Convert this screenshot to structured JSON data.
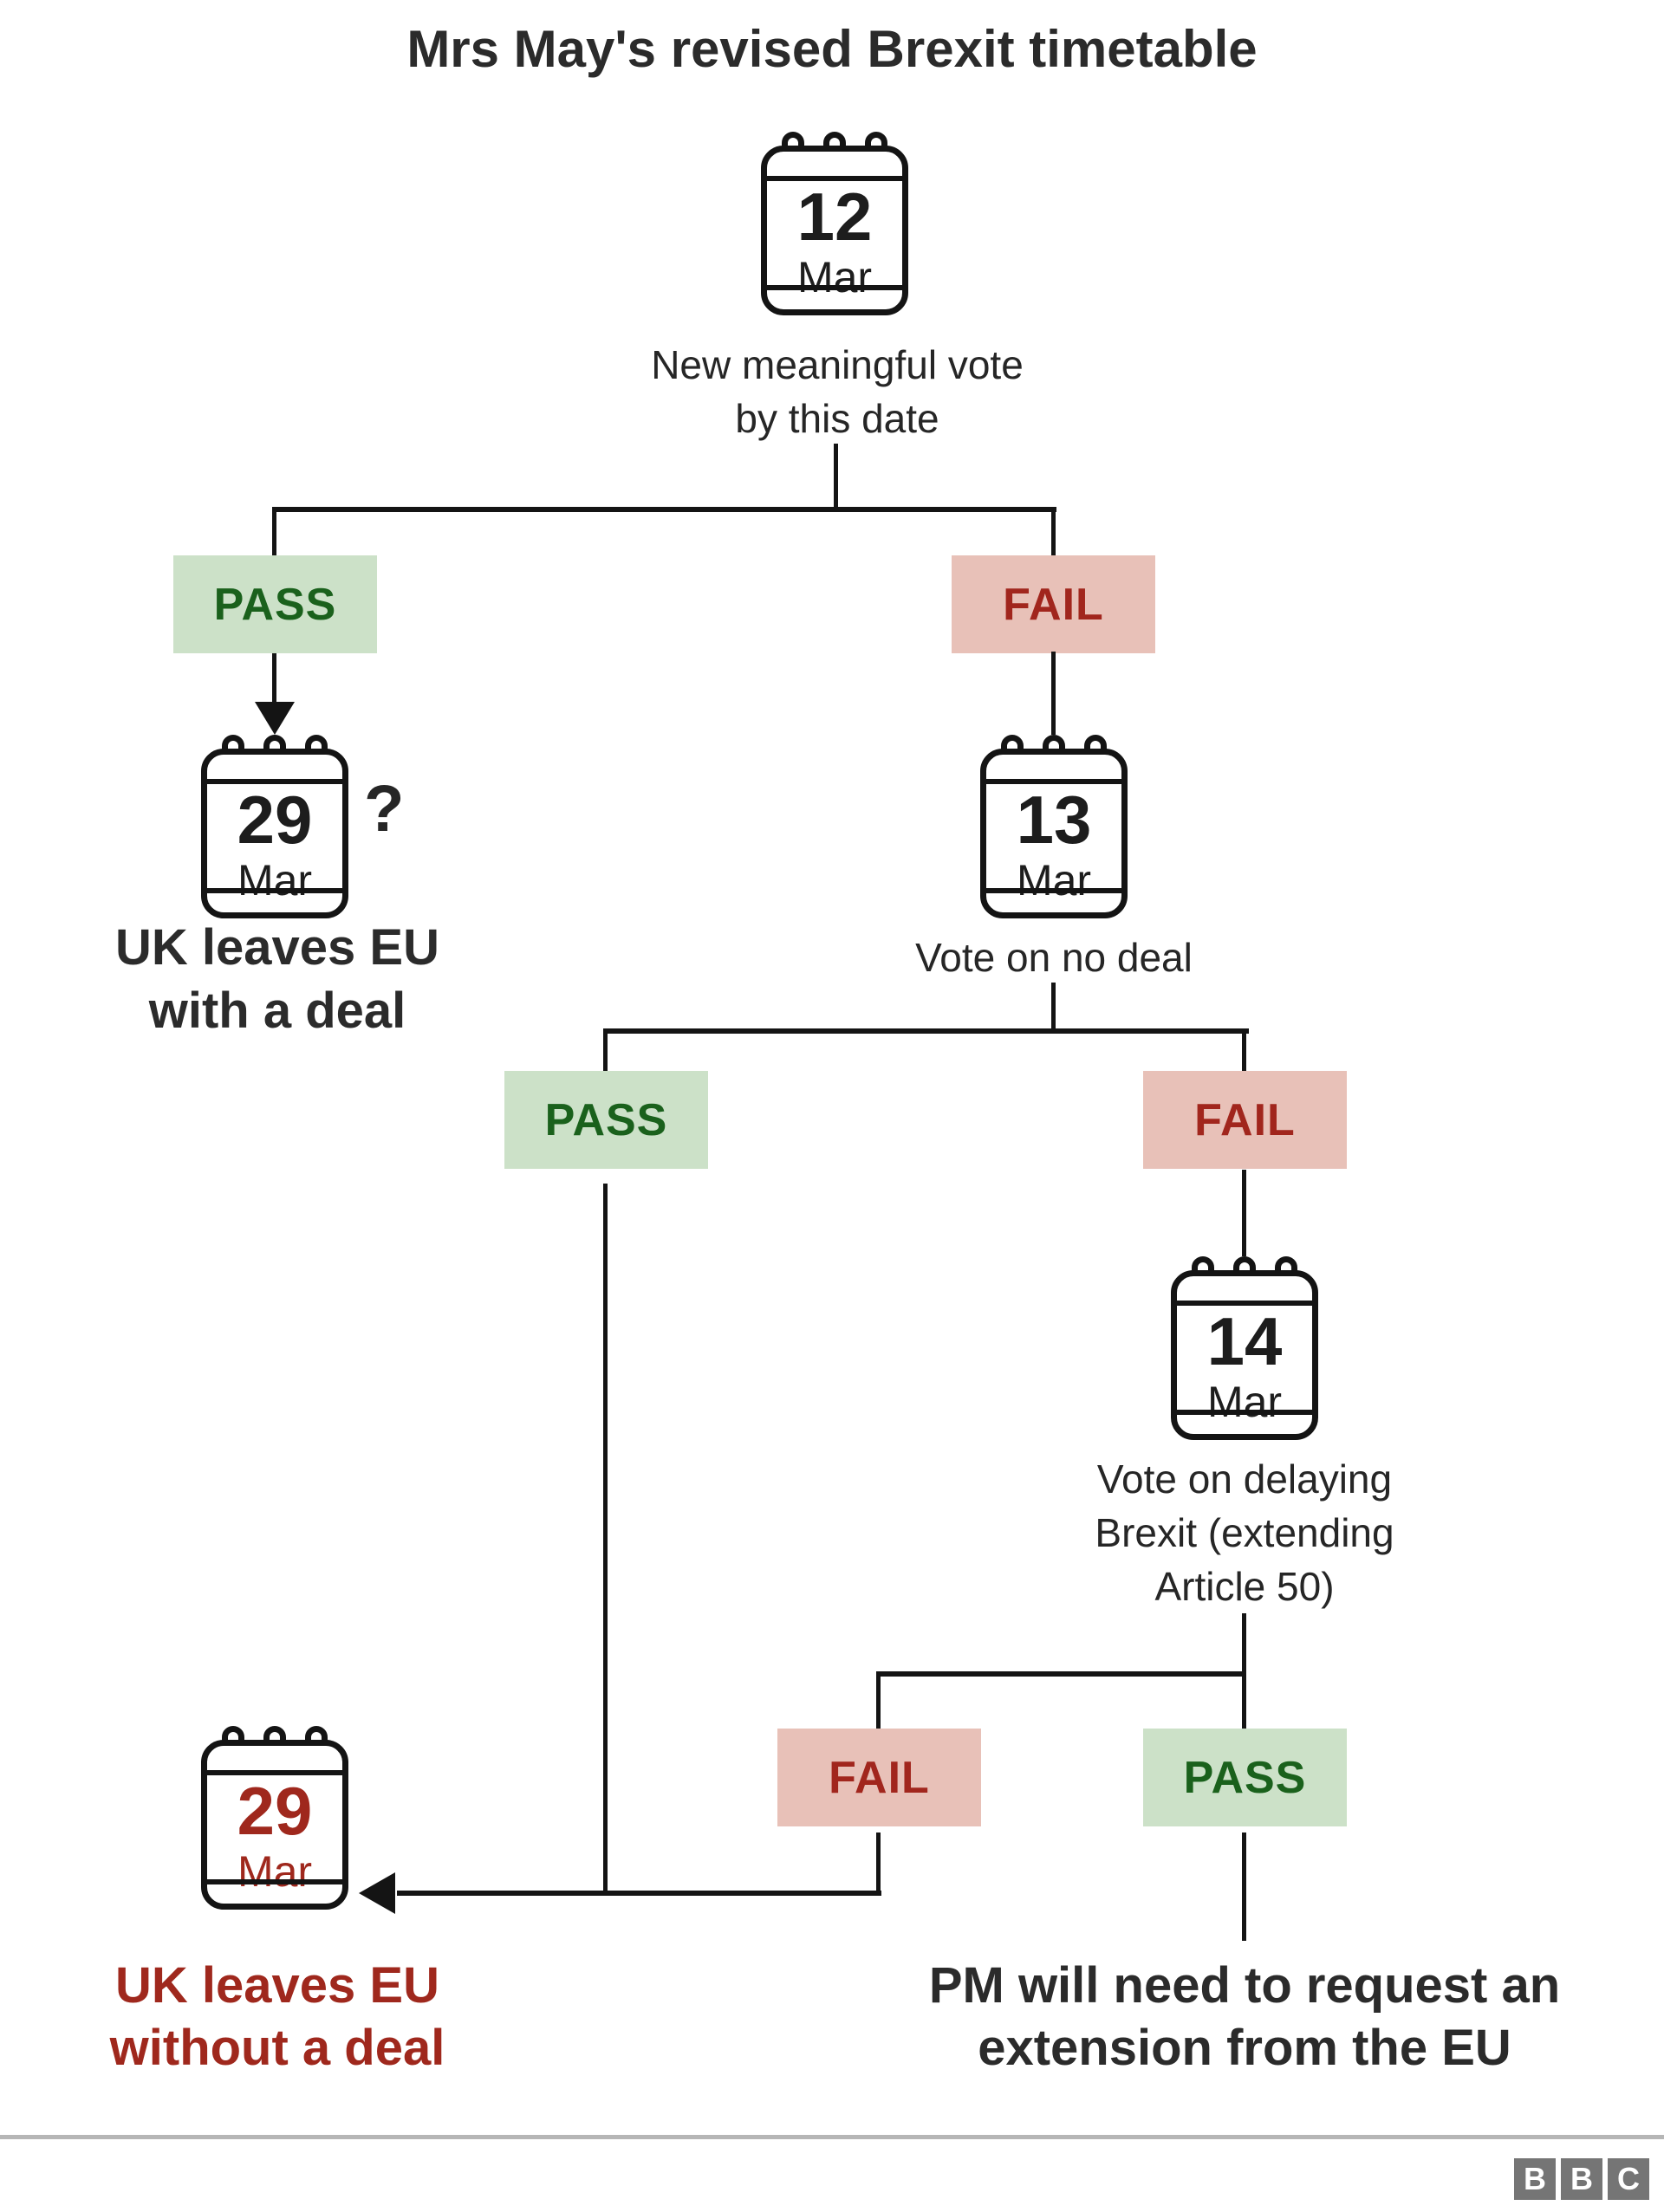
{
  "title": "Mrs May's revised Brexit timetable",
  "badges": {
    "pass": "PASS",
    "fail": "FAIL"
  },
  "calendars": {
    "meaningful_vote": {
      "day": "12",
      "month": "Mar"
    },
    "leave_with_deal": {
      "day": "29",
      "month": "Mar",
      "suffix": "?"
    },
    "no_deal_vote": {
      "day": "13",
      "month": "Mar"
    },
    "delay_vote": {
      "day": "14",
      "month": "Mar"
    },
    "leave_no_deal": {
      "day": "29",
      "month": "Mar"
    }
  },
  "captions": {
    "meaningful_vote_l1": "New meaningful vote",
    "meaningful_vote_l2": "by this date",
    "no_deal_vote": "Vote on no deal",
    "delay_l1": "Vote on delaying",
    "delay_l2": "Brexit (extending",
    "delay_l3": "Article 50)"
  },
  "outcomes": {
    "with_deal_l1": "UK leaves EU",
    "with_deal_l2": "with a deal",
    "no_deal_l1": "UK leaves EU",
    "no_deal_l2": "without a deal",
    "extension_l1": "PM will need to request an",
    "extension_l2": "extension from the EU"
  },
  "footer": {
    "logo": [
      "B",
      "B",
      "C"
    ]
  },
  "colors": {
    "line": "#141414",
    "ink_dark": "#2b2b2b",
    "pass_bg": "#cce1c8",
    "pass_fg": "#1a611c",
    "fail_bg": "#e8c1b8",
    "fail_fg": "#a1261d",
    "red_fg": "#9f281d",
    "divider": "#b6b6b6",
    "logo_bg": "#757575"
  }
}
